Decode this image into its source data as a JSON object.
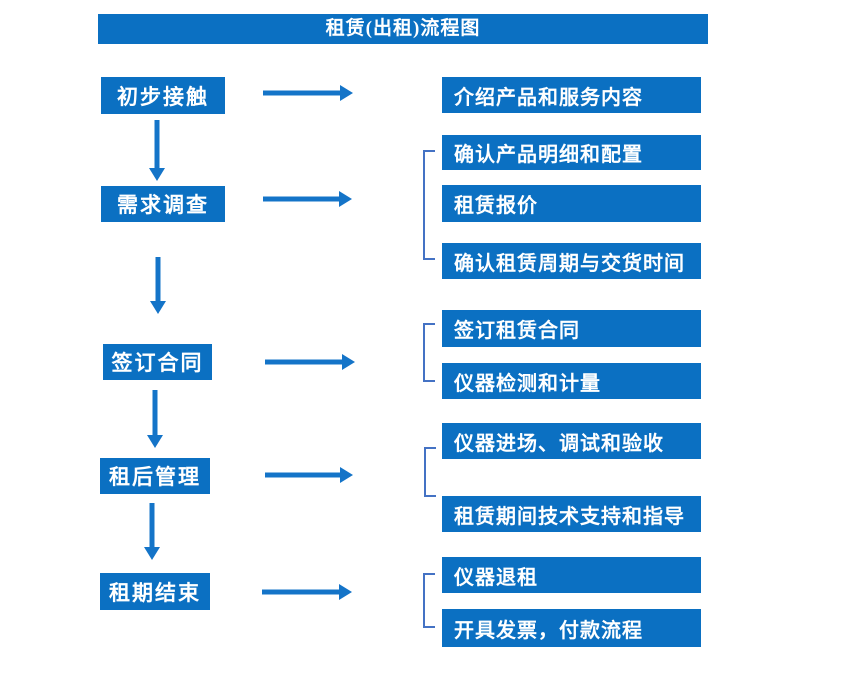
{
  "title": "租赁(出租)流程图",
  "colors": {
    "box_blue": "#0B70C2",
    "arrow_blue": "#1474C8",
    "bracket_blue": "#4472C4",
    "text": "#FFFFFF",
    "background": "#FFFFFF"
  },
  "stages": [
    {
      "label": "初步接触",
      "outputs": [
        "介绍产品和服务内容"
      ]
    },
    {
      "label": "需求调查",
      "outputs": [
        "确认产品明细和配置",
        "租赁报价",
        "确认租赁周期与交货时间"
      ]
    },
    {
      "label": "签订合同",
      "outputs": [
        "签订租赁合同",
        "仪器检测和计量"
      ]
    },
    {
      "label": "租后管理",
      "outputs": [
        "仪器进场、调试和验收",
        "租赁期间技术支持和指导"
      ]
    },
    {
      "label": "租期结束",
      "outputs": [
        "仪器退租",
        "开具发票，付款流程"
      ]
    }
  ]
}
